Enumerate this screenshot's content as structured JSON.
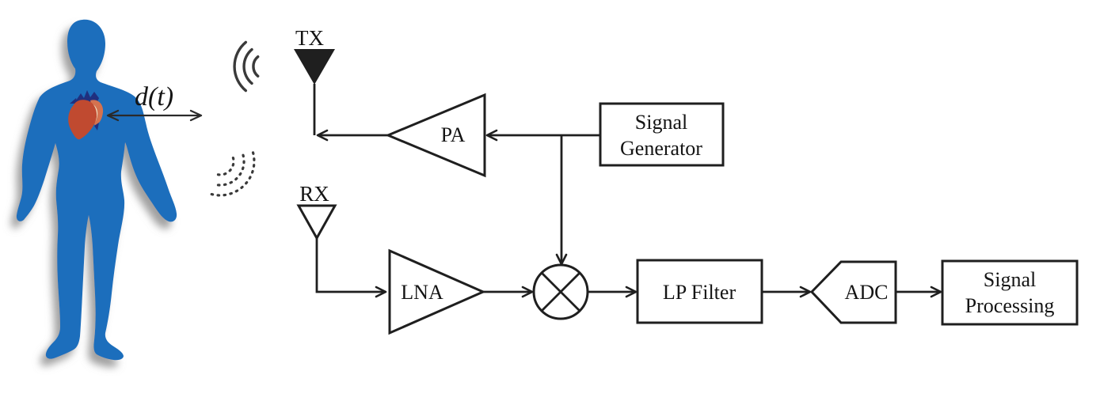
{
  "figure": {
    "distance_label": "d(t)"
  },
  "antennas": {
    "tx_label": "TX",
    "rx_label": "RX"
  },
  "blocks": {
    "pa": "PA",
    "lna": "LNA",
    "lp_filter": "LP Filter",
    "adc": "ADC",
    "signal_generator": {
      "line1": "Signal",
      "line2": "Generator"
    },
    "signal_processing": {
      "line1": "Signal",
      "line2": "Processing"
    }
  },
  "colors": {
    "body_blue": "#1b6ebc",
    "heart_red": "#c04a30",
    "heart_lobe": "#d4724f",
    "heart_highlight": "#ecdfc0",
    "heart_vessel_navy": "#20307f",
    "diagram_line": "#1f1f1f",
    "shadow_gray": "#8f8f8f",
    "background": "#ffffff"
  },
  "icons": {
    "human_body": "blue-human-silhouette",
    "heart": "anatomical-heart",
    "tx_antenna": "filled-downward-triangle-antenna",
    "rx_antenna": "outlined-downward-triangle-antenna",
    "tx_waves": "three-solid-arcs",
    "rx_waves": "three-dashed-arcs",
    "mixer": "circle-with-x-multiplier",
    "distance_arrow": "double-headed-horizontal-arrow"
  }
}
